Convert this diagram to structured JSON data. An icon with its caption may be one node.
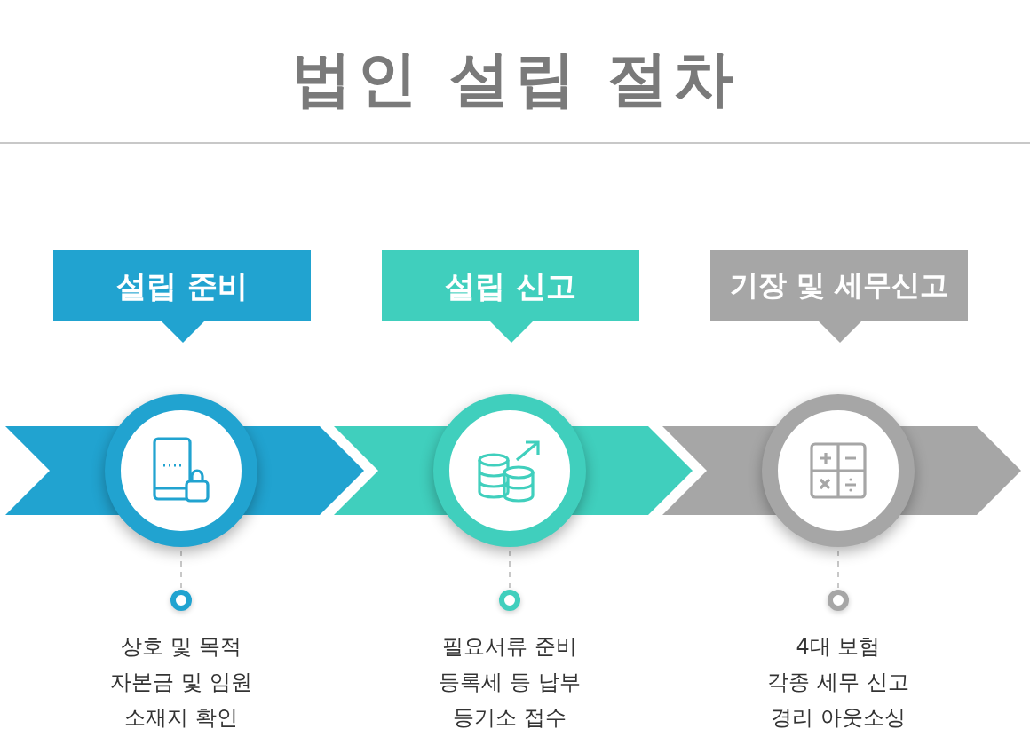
{
  "diagram": {
    "title": "법인 설립 절차",
    "nodes": [
      {
        "text": [
          "설립 준비"
        ]
      },
      {
        "text": [
          "설립 신고"
        ]
      },
      {
        "text": [
          "기장 및 세무신고"
        ]
      },
      {
        "text": [],
        "shape": "circle"
      },
      {
        "text": [],
        "shape": "circle"
      },
      {
        "text": [],
        "shape": "circle"
      },
      {
        "text": [],
        "shape": "circle"
      },
      {
        "text": [],
        "shape": "circle"
      },
      {
        "text": [],
        "shape": "circle"
      },
      {
        "text": [
          "상호 및 목적",
          "자본금 및 임원",
          "소재지 확인"
        ]
      },
      {
        "text": [
          "필요서류 준비",
          "등록세 등 납부",
          "등기소 접수"
        ]
      },
      {
        "text": [
          "4대 보험",
          "각종 세무 신고",
          "경리 아웃소싱"
        ]
      }
    ],
    "edges": [
      {
        "from": 3,
        "to": 6,
        "arrow": "none",
        "style": "dashed"
      },
      {
        "from": 4,
        "to": 7,
        "arrow": "none",
        "style": "dashed"
      },
      {
        "from": 5,
        "to": 8,
        "arrow": "none",
        "style": "dashed"
      }
    ]
  }
}
